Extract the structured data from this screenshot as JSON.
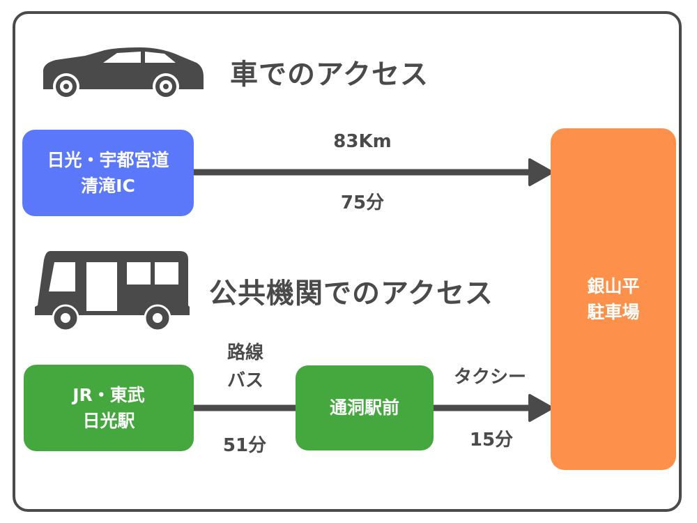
{
  "car_section": {
    "title": "車でのアクセス",
    "origin": {
      "line1": "日光・宇都宮道",
      "line2": "清滝IC"
    },
    "distance": "83Km",
    "time": "75分"
  },
  "public_section": {
    "title": "公共機関でのアクセス",
    "origin": {
      "line1": "JR・東武",
      "line2": "日光駅"
    },
    "bus": {
      "line1": "路線",
      "line2": "バス"
    },
    "bus_time": "51分",
    "stop": "通洞駅前",
    "taxi": "タクシー",
    "taxi_time": "15分"
  },
  "destination": {
    "line1": "銀山平",
    "line2": "駐車場"
  },
  "colors": {
    "blue": "#5b78fb",
    "green": "#44a83f",
    "orange": "#fd914c",
    "dark": "#4a4a4a"
  }
}
